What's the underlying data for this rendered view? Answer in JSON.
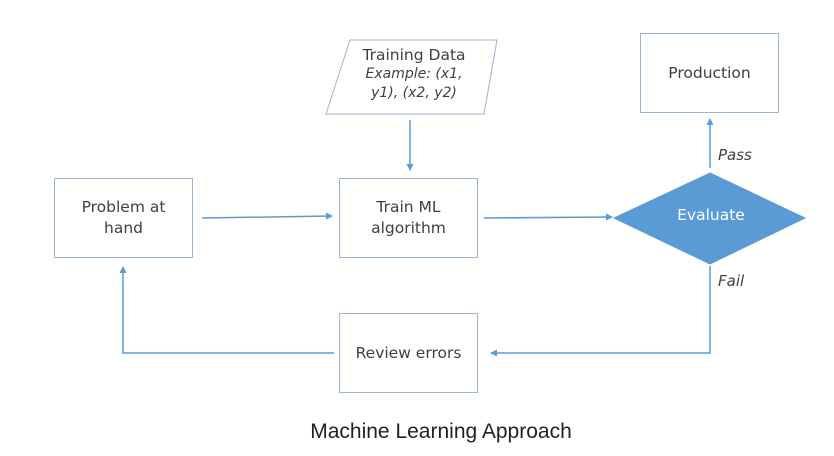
{
  "nodes": {
    "problem": "Problem at\nhand",
    "train": "Train ML\nalgorithm",
    "review": "Review errors",
    "production": "Production",
    "evaluate": "Evaluate",
    "training_data": {
      "title": "Training Data",
      "example": "Example: (x1,\ny1), (x2, y2)"
    }
  },
  "edges": {
    "pass_label": "Pass",
    "fail_label": "Fail"
  },
  "caption": "Machine Learning Approach",
  "colors": {
    "arrow": "#5b9bd5",
    "box_border": "#9ab6d3",
    "diamond_fill": "#5b9bd5"
  }
}
